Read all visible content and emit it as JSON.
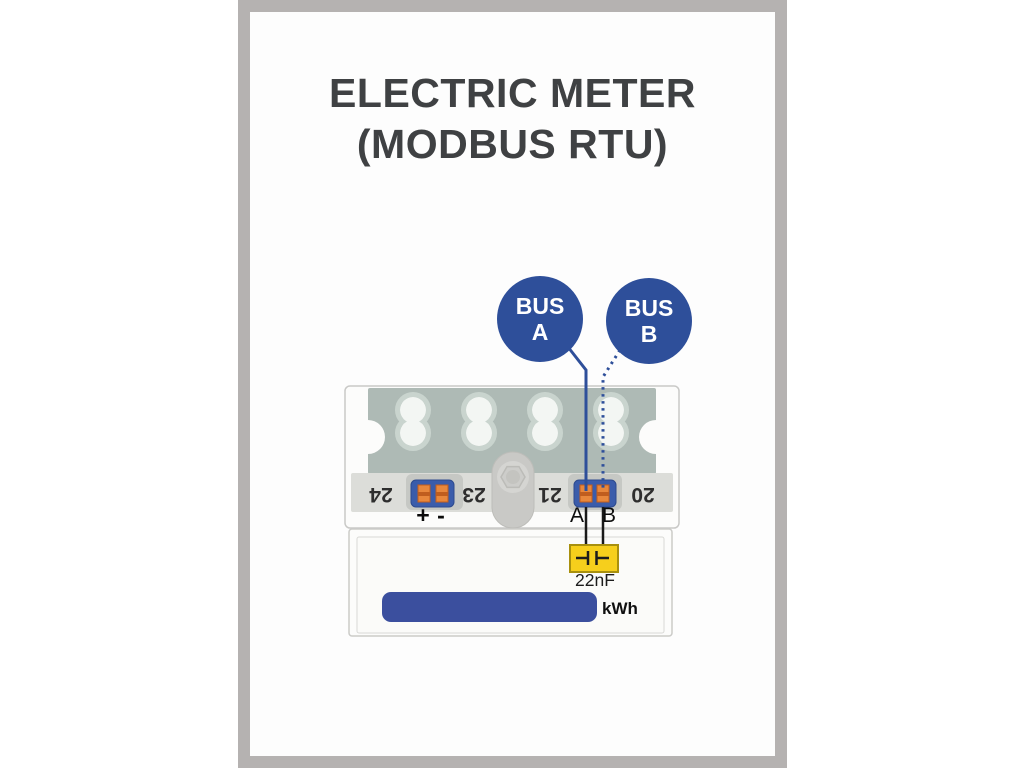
{
  "poster": {
    "title_line1": "ELECTRIC METER",
    "title_line2": "(MODBUS RTU)"
  },
  "bus_a": {
    "line1": "BUS",
    "line2": "A"
  },
  "bus_b": {
    "line1": "BUS",
    "line2": "B"
  },
  "meter": {
    "terminal_numbers": [
      "24",
      "23",
      "21",
      "20"
    ],
    "polarity_plus": "+",
    "polarity_minus": "-",
    "rs485_a": "A",
    "rs485_b": "B",
    "capacitor_value": "22nF",
    "energy_unit": "kWh"
  },
  "colors": {
    "frame_gray": "#b5b2b1",
    "title_gray": "#3f4143",
    "bus_blue": "#2e4f9a",
    "terminal_block_blue": "#3a5cab",
    "kwh_bar_blue": "#3b4f9e",
    "panel_green": "#aebab5",
    "terminal_orange": "#e8873c",
    "capacitor_yellow": "#f6cf1c"
  }
}
